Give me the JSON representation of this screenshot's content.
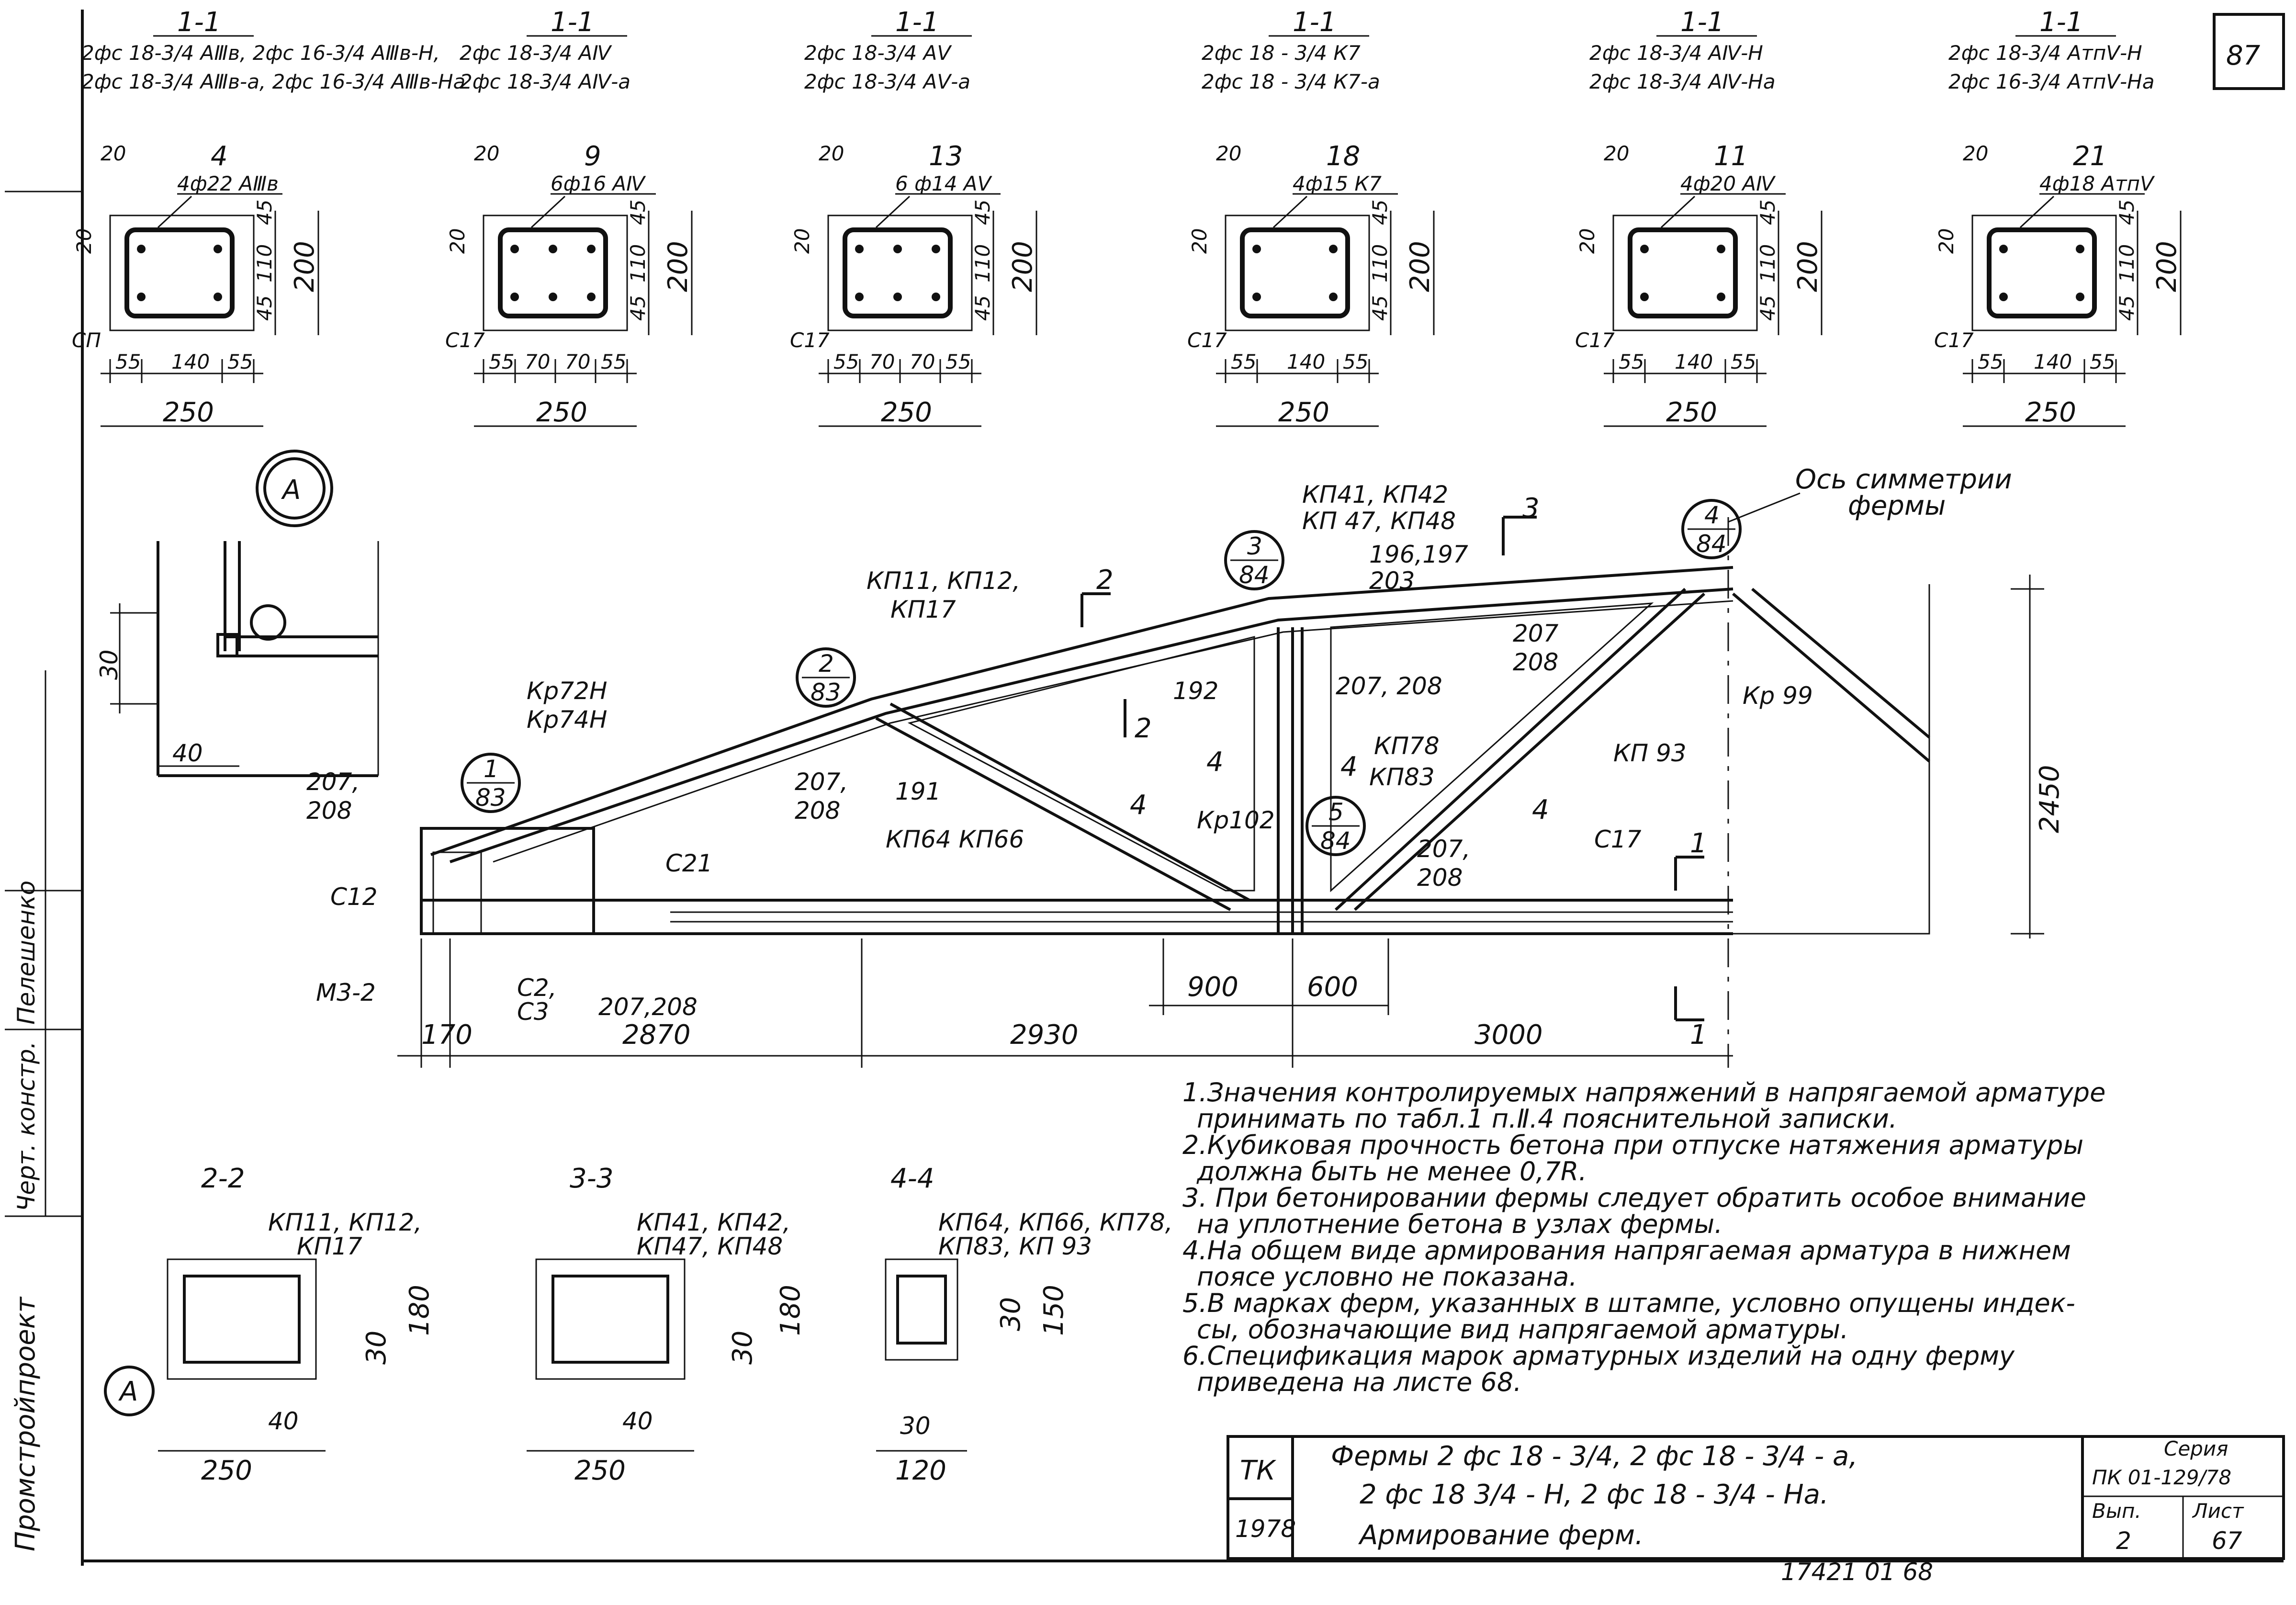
{
  "sheet": {
    "number": "87",
    "side_stamp": {
      "org": "Промстройпроект",
      "role_1": "Черт. констр.",
      "name_1": "Пелешенко"
    }
  },
  "sections": [
    {
      "label": "1-1",
      "codes": [
        "2фс 18-3/4 АⅢв, 2фс 16-3/4 АⅢв-Н,",
        "2фс 18-3/4 АⅢв-а, 2фс 16-3/4 АⅢв-На"
      ],
      "pos": "4",
      "rebar": "4ф22 АⅢв",
      "frame": "СП",
      "widths": [
        "55",
        "140",
        "55"
      ],
      "total": "250",
      "cover": "20",
      "cover_v": "20",
      "heights": [
        "45",
        "110",
        "45"
      ],
      "h_total": "200"
    },
    {
      "label": "1-1",
      "codes": [
        "2фс 18-3/4 АⅣ",
        "2фс 18-3/4 АⅣ-а"
      ],
      "pos": "9",
      "rebar": "6ф16 АⅣ",
      "frame": "С17",
      "widths": [
        "55",
        "70",
        "70",
        "55"
      ],
      "total": "250",
      "cover": "20",
      "cover_v": "20",
      "heights": [
        "45",
        "110",
        "45"
      ],
      "h_total": "200"
    },
    {
      "label": "1-1",
      "codes": [
        "2фс 18-3/4 АⅤ",
        "2фс 18-3/4 АⅤ-а"
      ],
      "pos": "13",
      "rebar": "6 ф14 АⅤ",
      "frame": "С17",
      "widths": [
        "55",
        "70",
        "70",
        "55"
      ],
      "total": "250",
      "cover": "20",
      "cover_v": "20",
      "heights": [
        "45",
        "110",
        "45"
      ],
      "h_total": "200"
    },
    {
      "label": "1-1",
      "codes": [
        "2фс 18 - 3/4 К7",
        "2фс 18 - 3/4 К7-а"
      ],
      "pos": "18",
      "rebar": "4ф15 К7",
      "frame": "С17",
      "widths": [
        "55",
        "140",
        "55"
      ],
      "total": "250",
      "cover": "20",
      "cover_v": "20",
      "heights": [
        "45",
        "110",
        "45"
      ],
      "h_total": "200"
    },
    {
      "label": "1-1",
      "codes": [
        "2фс 18-3/4 АⅣ-Н",
        "2фс 18-3/4 АⅣ-На"
      ],
      "pos": "11",
      "rebar": "4ф20 АⅣ",
      "frame": "С17",
      "widths": [
        "55",
        "140",
        "55"
      ],
      "total": "250",
      "cover": "20",
      "cover_v": "20",
      "heights": [
        "45",
        "110",
        "45"
      ],
      "h_total": "200"
    },
    {
      "label": "1-1",
      "codes": [
        "2фс 18-3/4 АтпⅤ-Н",
        "2фс 16-3/4 АтпⅤ-На"
      ],
      "pos": "21",
      "rebar": "4ф18 АтпⅤ",
      "frame": "С17",
      "widths": [
        "55",
        "140",
        "55"
      ],
      "total": "250",
      "cover": "20",
      "cover_v": "20",
      "heights": [
        "45",
        "110",
        "45"
      ],
      "h_total": "200"
    }
  ],
  "detail_a": {
    "label": "А",
    "dim_30": "30",
    "dim_40": "40"
  },
  "truss": {
    "axis_label": [
      "Ось симметрии",
      "фермы"
    ],
    "height": "2450",
    "dims": [
      "170",
      "2870",
      "2930",
      "3000",
      "900",
      "600"
    ],
    "labels": {
      "kr72": "Кр72Н",
      "kr74": "Кр74Н",
      "n207_208_a": "207,",
      "n208_a": "208",
      "c12": "С12",
      "m3_2": "М3-2",
      "c2": "С2,",
      "c3": "С3",
      "n207_208_b": "207,208",
      "c21": "С21",
      "n207_c": "207,",
      "n208_c": "208",
      "n191": "191",
      "kp64_66": "КП64 КП66",
      "kp11": "КП11, КП12,",
      "kp17": "КП17",
      "n192": "192",
      "kr102": "Кр102",
      "kp41": "КП41, КП42",
      "kp47": "КП 47, КП48",
      "n196": "196,197",
      "n203": "203",
      "n207_208_d": "207, 208",
      "kp78": "КП78",
      "kp83": "КП83",
      "n207_e": "207,",
      "n208_e": "208",
      "n207_f": "207",
      "n208_f": "208",
      "kp93": "КП 93",
      "kr99": "Кр 99",
      "c17": "С17"
    },
    "callouts": [
      {
        "top": "1",
        "bottom": "83"
      },
      {
        "top": "2",
        "bottom": "83"
      },
      {
        "top": "3",
        "bottom": "84"
      },
      {
        "top": "5",
        "bottom": "84"
      },
      {
        "top": "4",
        "bottom": "84"
      }
    ],
    "cut_marks": [
      "1",
      "2",
      "2",
      "3",
      "4",
      "4",
      "4",
      "4",
      "1"
    ]
  },
  "small_sections": [
    {
      "label": "2-2",
      "codes": [
        "КП11, КП12,",
        "КП17"
      ],
      "h": "180",
      "d30": "30",
      "d40": "40",
      "w": "250",
      "detail": "А"
    },
    {
      "label": "3-3",
      "codes": [
        "КП41, КП42,",
        "КП47, КП48"
      ],
      "h": "180",
      "d30": "30",
      "d40": "40",
      "w": "250"
    },
    {
      "label": "4-4",
      "codes": [
        "КП64, КП66, КП78,",
        "КП83, КП 93"
      ],
      "h": "150",
      "d30": "30",
      "d30b": "30",
      "w": "120"
    }
  ],
  "notes": [
    "1.Значения контролируемых напряжений в напрягаемой арматуре",
    "принимать по табл.1 п.Ⅱ.4 пояснительной записки.",
    "2.Кубиковая прочность бетона при отпуске натяжения арматуры",
    "должна быть не менее 0,7R.",
    "3. При бетонировании фермы следует обратить особое внимание",
    "на уплотнение бетона в узлах фермы.",
    "4.На общем виде армирования напрягаемая арматура в нижнем",
    "поясе условно не показана.",
    "5.В марках ферм, указанных в штампе, условно опущены индек-",
    "сы, обозначающие вид напрягаемой арматуры.",
    "6.Спецификация марок арматурных изделий на одну ферму",
    "приведена на листе 68."
  ],
  "title_block": {
    "tk": "ТК",
    "year": "1978",
    "title_1": "Фермы 2 фс 18 - 3/4, 2 фс 18 - 3/4 - а,",
    "title_2": "2 фс 18 3/4 - Н, 2 фс 18 - 3/4 - На.",
    "title_3": "Армирование ферм.",
    "series_label": "Серия",
    "series": "ПК 01-129/78",
    "issue_label": "Вып.",
    "issue": "2",
    "sheet_label": "Лист",
    "sheet": "67",
    "bottom_code": "17421 01 68"
  }
}
